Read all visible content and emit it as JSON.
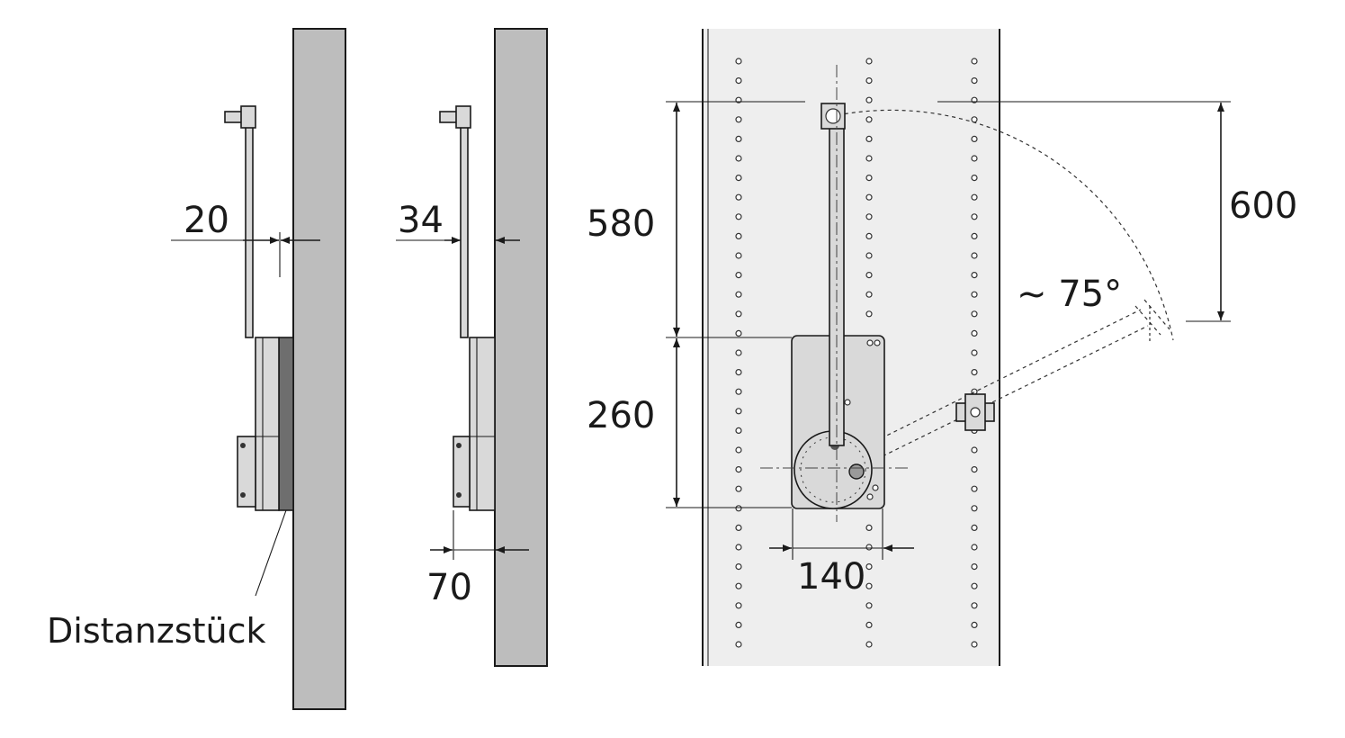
{
  "diagram": {
    "views": [
      {
        "name": "side-view-with-spacer",
        "dimension": "20",
        "callout": "Distanzstück"
      },
      {
        "name": "side-view-without-spacer",
        "dimension_top": "34",
        "dimension_bottom": "70"
      },
      {
        "name": "front-view",
        "dim_upper": "580",
        "dim_lower": "260",
        "dim_width": "140",
        "dim_lift": "600",
        "angle": "~ 75°"
      }
    ]
  }
}
